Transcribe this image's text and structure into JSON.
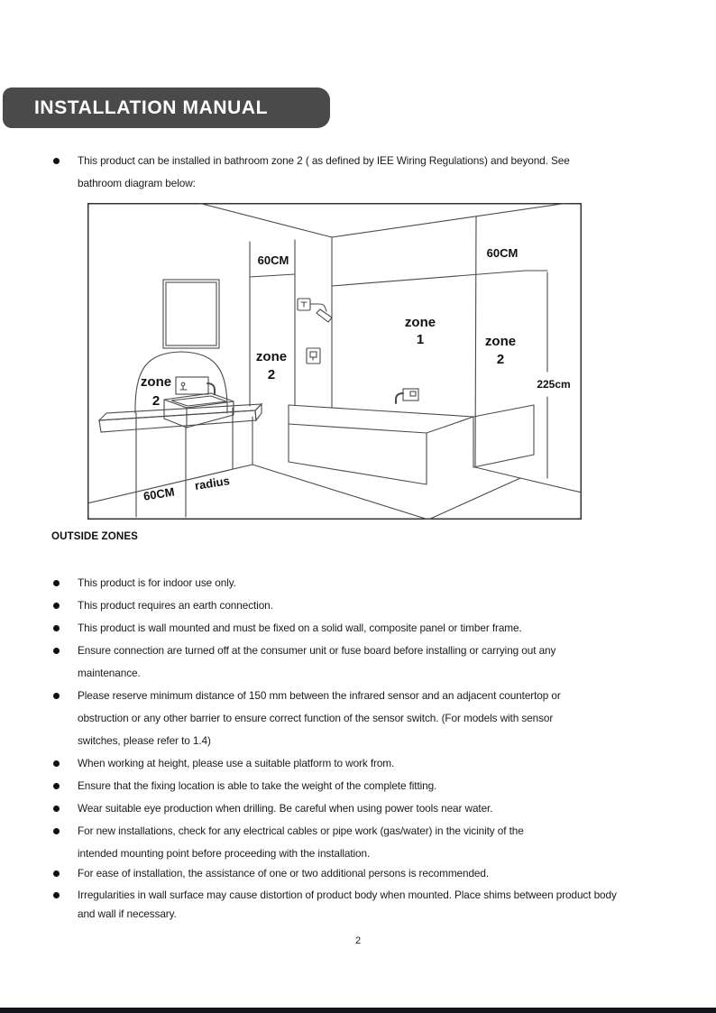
{
  "header": {
    "title": "INSTALLATION MANUAL"
  },
  "intro": {
    "lines": [
      "This product can be installed in bathroom zone 2 ( as defined by IEE Wiring Regulations) and beyond. See",
      "bathroom diagram below:"
    ]
  },
  "diagram": {
    "labels": {
      "strip_60cm": "60CM",
      "right_60cm": "60CM",
      "floor_60cm": "60CM",
      "radius": "radius",
      "height_225cm": "225cm",
      "zone1": [
        "zone",
        "1"
      ],
      "zone2_mid": [
        "zone",
        "2"
      ],
      "zone2_right": [
        "zone",
        "2"
      ],
      "zone2_sink": [
        "zone",
        "2"
      ]
    }
  },
  "sections": {
    "outside_zones": "OUTSIDE ZONES"
  },
  "bullets": [
    {
      "lines": [
        "This product is for indoor use only."
      ]
    },
    {
      "lines": [
        "This product requires an earth connection."
      ]
    },
    {
      "lines": [
        "This product is wall mounted and must be fixed on a solid wall, composite panel or timber frame."
      ]
    },
    {
      "lines": [
        "Ensure connection are turned off at the consumer unit or fuse board before installing or carrying out any",
        "maintenance."
      ]
    },
    {
      "lines": [
        "Please reserve minimum distance of 150 mm between the infrared sensor and an adjacent countertop or",
        "obstruction or any other barrier to ensure correct function of the sensor switch. (For models with sensor",
        "switches, please refer to 1.4)"
      ]
    },
    {
      "lines": [
        "When working at height, please use a suitable platform to work from."
      ]
    },
    {
      "lines": [
        "Ensure that the fixing location is able to take the weight of the complete fitting."
      ]
    },
    {
      "lines": [
        "Wear suitable eye production when drilling. Be careful when using power tools near water."
      ]
    },
    {
      "lines": [
        "For new installations, check for any electrical cables or pipe work (gas/water) in the vicinity of the",
        "intended mounting point before proceeding with the installation."
      ]
    },
    {
      "lines": [
        "For ease of installation, the assistance of one or two additional persons is recommended."
      ]
    },
    {
      "lines": [
        "Irregularities in wall surface may cause distortion of product body when mounted. Place shims between product body",
        "and wall if necessary."
      ]
    }
  ],
  "footer": {
    "page_number": "2"
  },
  "colors": {
    "banner_background": "#4a4a4a",
    "banner_text": "#ffffff",
    "body_text": "#1b1b1b",
    "diagram_lines": "#4a4a4a",
    "bottom_bar": "#14141c"
  }
}
